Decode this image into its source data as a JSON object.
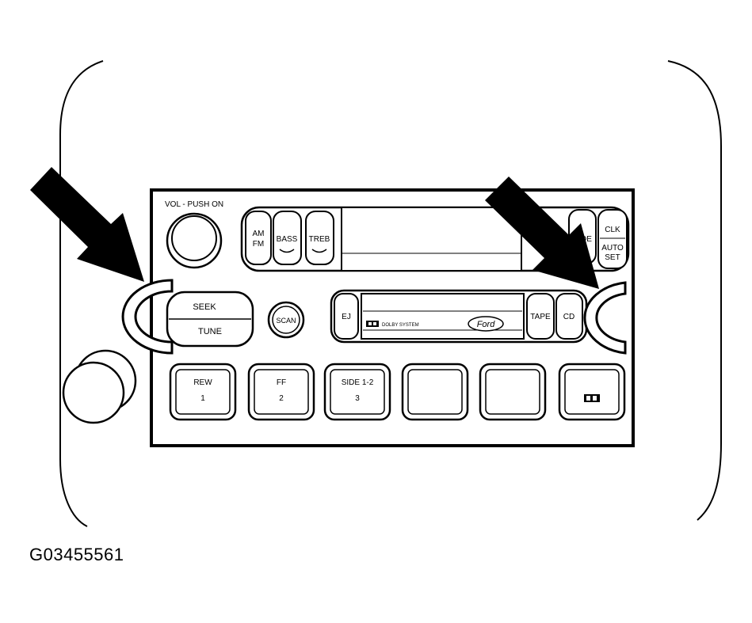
{
  "figure_id": "G03455561",
  "colors": {
    "ink": "#000000",
    "paper": "#ffffff"
  },
  "icons": {
    "left_pointer": "arrow-icon",
    "right_pointer": "arrow-icon",
    "removal_tool_left": "removal-tool-icon",
    "removal_tool_right": "removal-tool-icon",
    "ford_logo": "ford-logo-icon",
    "tape_slot_graphic": "dolby-logo-icon",
    "preset6_graphic": "dolby-logo-icon"
  },
  "radio": {
    "volume_label": "VOL - PUSH ON",
    "am_fm_top": "AM",
    "am_fm_bottom": "FM",
    "bass": "BASS",
    "treb": "TREB",
    "mode_fragment": "DE",
    "clk": "CLK",
    "auto_top": "AUTO",
    "auto_bottom": "SET",
    "seek": "SEEK",
    "tune": "TUNE",
    "scan": "SCAN",
    "ej": "EJ",
    "tape": "TAPE",
    "cd": "CD",
    "tape_slot_text": "DOLBY SYSTEM",
    "ford_logo_text": "Ford",
    "presets": [
      {
        "line1": "REW",
        "line2": "1"
      },
      {
        "line1": "FF",
        "line2": "2"
      },
      {
        "line1": "SIDE 1-2",
        "line2": "3"
      },
      {
        "line1": "",
        "line2": ""
      },
      {
        "line1": "",
        "line2": ""
      },
      {
        "line1": "",
        "line2": ""
      }
    ]
  }
}
